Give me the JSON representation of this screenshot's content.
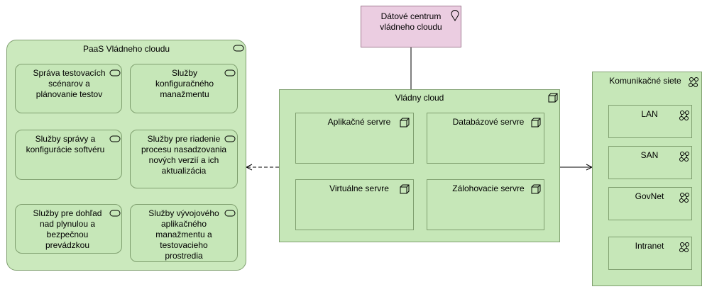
{
  "datacenter": {
    "label": "Dátové centrum vládneho cloudu"
  },
  "paas": {
    "title": "PaaS Vládneho cloudu",
    "services": [
      "Správa testovacích scénarov a plánovanie testov",
      "Služby konfiguračného manažmentu",
      "Služby správy a konfigurácie softvéru",
      "Služby pre riadenie procesu nasadzovania nových verzií a ich aktualizácia",
      "Služby pre dohľad nad plynulou a bezpečnou prevádzkou",
      "Služby vývojového aplikačného manažmentu a testovacieho prostredia"
    ]
  },
  "cloud": {
    "title": "Vládny cloud",
    "nodes": [
      "Aplikačné servre",
      "Databázové servre",
      "Virtuálne servre",
      "Zálohovacie servre"
    ]
  },
  "network": {
    "title": "Komunikačné siete",
    "items": [
      "LAN",
      "SAN",
      "GovNet",
      "Intranet"
    ]
  },
  "colors": {
    "green_fill": "#c6e7b8",
    "green_border": "#7f9f6f",
    "location_fill": "#ebcde1"
  }
}
